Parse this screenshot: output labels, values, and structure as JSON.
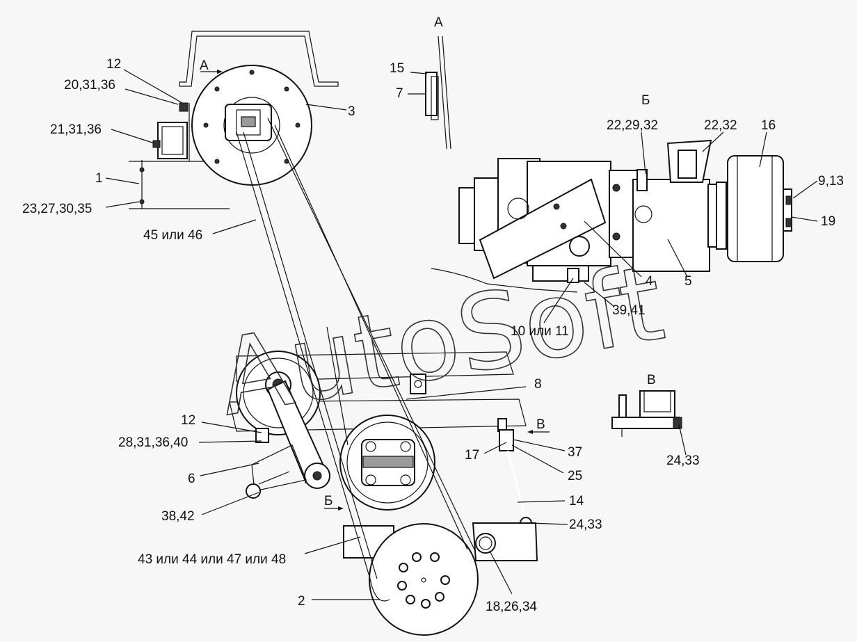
{
  "watermark": "AutoSoft",
  "view_labels": {
    "a_arrow": "А",
    "a_view": "А",
    "b_view": "Б",
    "b_arrow": "Б",
    "v_view": "В",
    "v_arrow": "В"
  },
  "labels": {
    "l12_top": "12",
    "l20_31_36": "20,31,36",
    "l21_31_36": "21,31,36",
    "l1": "1",
    "l23_27_30_35": "23,27,30,35",
    "l45_46": "45 или 46",
    "l3": "3",
    "l15": "15",
    "l7": "7",
    "l22_29_32": "22,29,32",
    "l22_32": "22,32",
    "l16": "16",
    "l9_13": "9,13",
    "l19": "19",
    "l4": "4",
    "l5": "5",
    "l39_41": "39,41",
    "l10_11": "10 или 11",
    "l8": "8",
    "l12_mid": "12",
    "l28_31_36_40": "28,31,36,40",
    "l6": "6",
    "l38_42": "38,42",
    "l17": "17",
    "l37": "37",
    "l25": "25",
    "l14": "14",
    "l24_33_mid": "24,33",
    "l24_33_v": "24,33",
    "l43_48": "43 или 44 или 47 или 48",
    "l2": "2",
    "l18_26_34": "18,26,34"
  }
}
